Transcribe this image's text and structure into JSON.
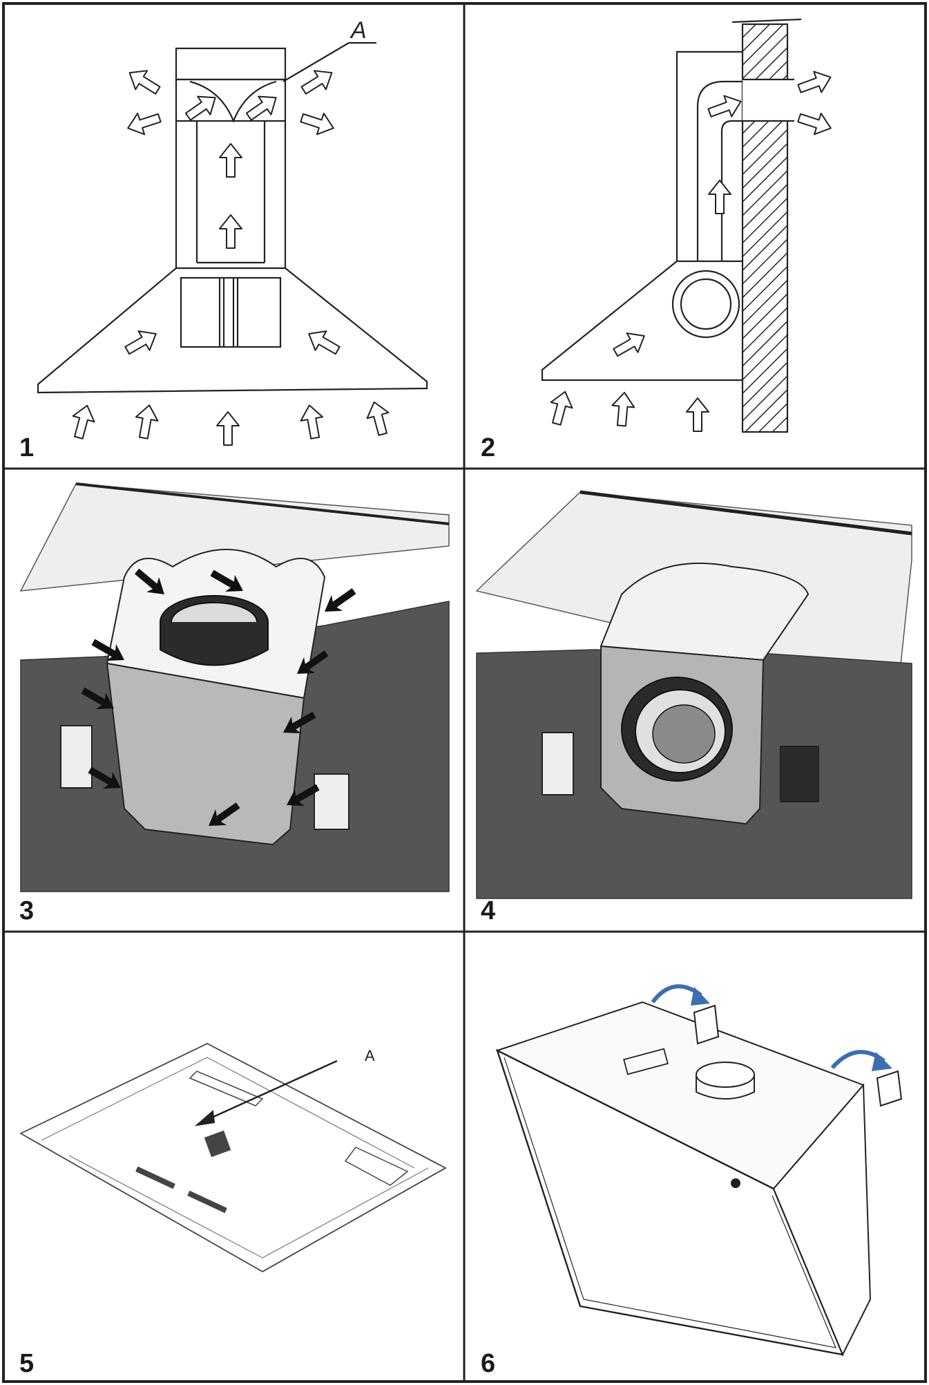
{
  "panels": [
    {
      "number": "1",
      "label": "A"
    },
    {
      "number": "2"
    },
    {
      "number": "3"
    },
    {
      "number": "4"
    },
    {
      "number": "5",
      "label": "A"
    },
    {
      "number": "6"
    }
  ],
  "colors": {
    "panel_border": "#222222",
    "hood_side": "#555555",
    "hood_top": "#eeeeee",
    "rotate_arrow": "#3d6fb0"
  }
}
